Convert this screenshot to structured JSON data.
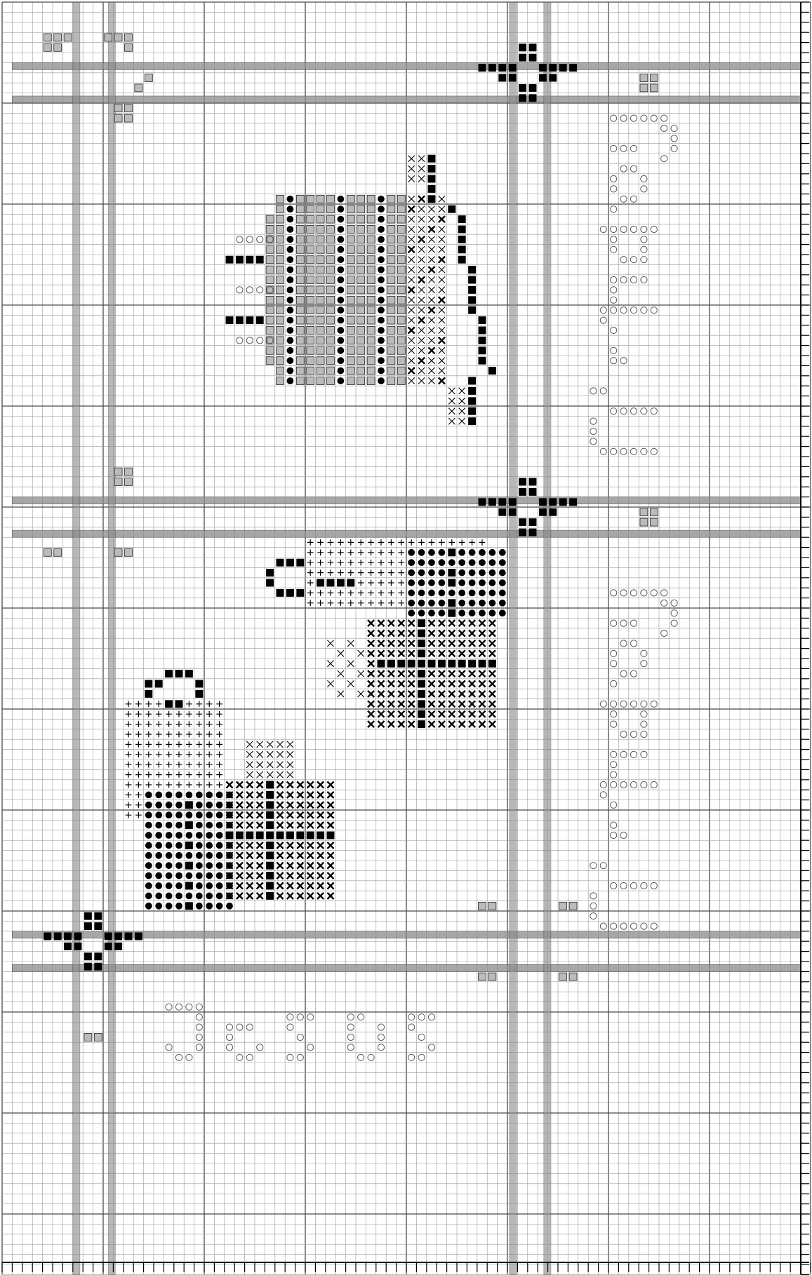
{
  "pattern": {
    "type": "cross-stitch chart",
    "colors": {
      "background": "#ffffff",
      "grid_minor": "#9a9a9a",
      "grid_major": "#4a4a4a",
      "border_band": "#8a8a8a",
      "symbol_dark": "#000000",
      "symbol_mid": "#555555"
    },
    "symbols": {
      "filled_square": "■",
      "filled_circle": "●",
      "open_circle": "○",
      "cross": "✕",
      "bold_cross": "✖",
      "checker": "▦",
      "small_cross": "+"
    },
    "motifs": [
      {
        "id": "bell",
        "description_symbol_set": [
          "checker",
          "filled_circle",
          "cross",
          "filled_square"
        ]
      },
      {
        "id": "coffee-mugs-upper",
        "description_symbol_set": [
          "small_cross",
          "filled_circle",
          "bold_cross",
          "filled_square",
          "cross"
        ]
      },
      {
        "id": "coffee-mugs-lower",
        "description_symbol_set": [
          "small_cross",
          "filled_circle",
          "bold_cross",
          "filled_square",
          "cross"
        ]
      },
      {
        "id": "lettering-bottom",
        "description_symbol_set": [
          "open_circle"
        ]
      },
      {
        "id": "lettering-right-upper",
        "description_symbol_set": [
          "open_circle"
        ]
      },
      {
        "id": "lettering-right-lower",
        "description_symbol_set": [
          "open_circle"
        ]
      },
      {
        "id": "corner-flowers",
        "description_symbol_set": [
          "filled_square",
          "checker"
        ]
      }
    ]
  }
}
